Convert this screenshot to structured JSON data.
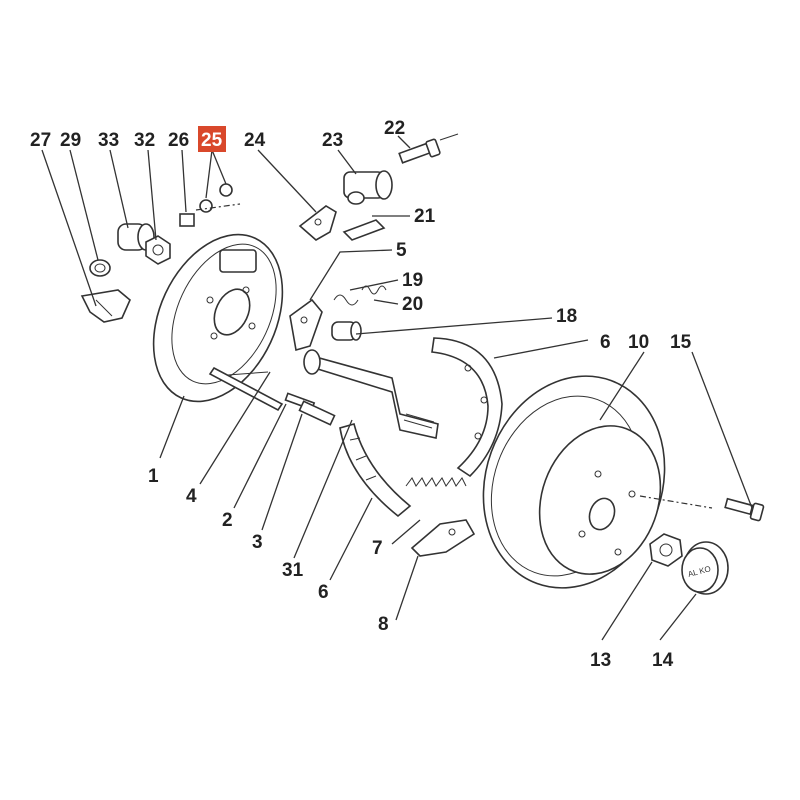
{
  "diagram": {
    "highlight_color": "#d9482b",
    "labels": {
      "l27": "27",
      "l29": "29",
      "l33": "33",
      "l32": "32",
      "l26": "26",
      "l25": "25",
      "l24": "24",
      "l23": "23",
      "l22": "22",
      "l21": "21",
      "l5": "5",
      "l19": "19",
      "l20": "20",
      "l18": "18",
      "l6a": "6",
      "l10": "10",
      "l15": "15",
      "l1": "1",
      "l4": "4",
      "l2": "2",
      "l3": "3",
      "l31": "31",
      "l6b": "6",
      "l7": "7",
      "l8": "8",
      "l13": "13",
      "l14": "14"
    },
    "hubcap_text": "AL KO"
  }
}
